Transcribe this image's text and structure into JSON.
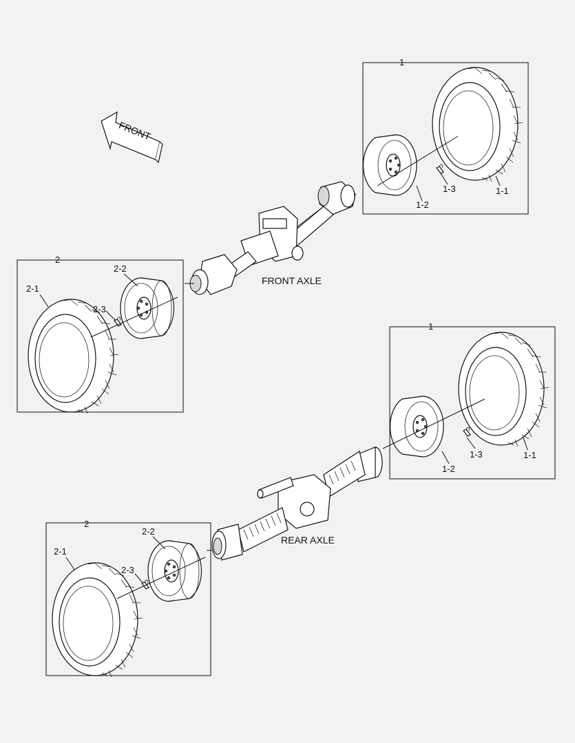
{
  "direction_arrow": {
    "label": "FRONT"
  },
  "axles": {
    "front": {
      "label": "FRONT AXLE"
    },
    "rear": {
      "label": "REAR AXLE"
    }
  },
  "groups": {
    "front_right": {
      "number": "1",
      "tire": "1-1",
      "rim": "1-2",
      "valve": "1-3"
    },
    "front_left": {
      "number": "2",
      "tire": "2-1",
      "rim": "2-2",
      "valve": "2-3"
    },
    "rear_right": {
      "number": "1",
      "tire": "1-1",
      "rim": "1-2",
      "valve": "1-3"
    },
    "rear_left": {
      "number": "2",
      "tire": "2-1",
      "rim": "2-2",
      "valve": "2-3"
    }
  }
}
